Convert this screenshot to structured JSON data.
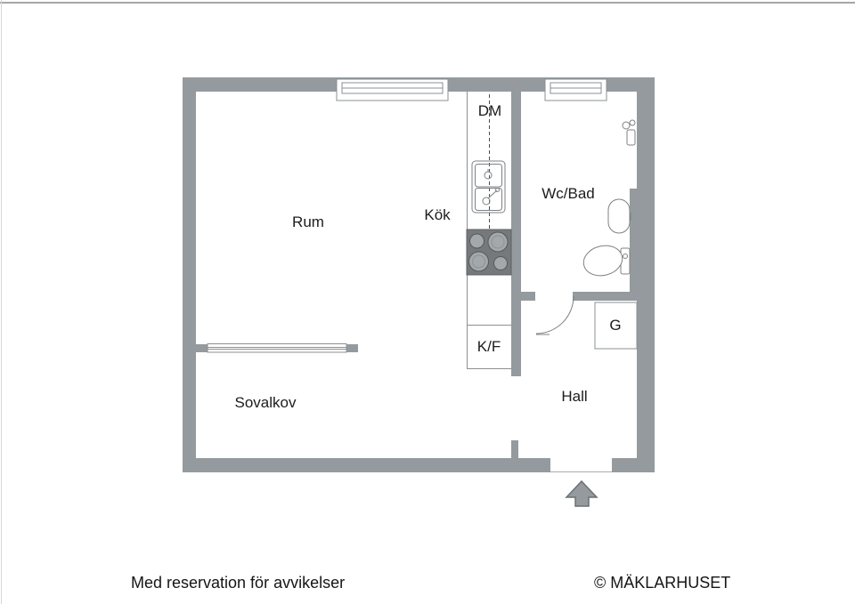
{
  "colors": {
    "wall": "#949a9d",
    "line": "#8b9093",
    "stove_dark": "#75797c",
    "burner": "#a3a8ab",
    "text": "#1c1c1c",
    "top_rule": "#a5a6a7"
  },
  "rooms": {
    "rum": "Rum",
    "kok": "Kök",
    "dm": "DM",
    "wcbad": "Wc/Bad",
    "kf": "K/F",
    "g": "G",
    "hall": "Hall",
    "sovalkov": "Sovalkov"
  },
  "footer": {
    "disclaimer": "Med reservation för avvikelser",
    "brand": "© MÄKLARHUSET"
  },
  "icons": {
    "window": "double-line window symbol",
    "kitchen_sink": "double basin sink with tap",
    "stove": "4-burner cooktop",
    "toilet": "toilet bowl with cistern",
    "washbasin": "round washbasin with tap",
    "shower_mixer": "shower mixer valve",
    "door_arc": "door swing arc",
    "entrance_arrow": "entrance direction arrow",
    "glass_partition": "glass partition symbol"
  }
}
